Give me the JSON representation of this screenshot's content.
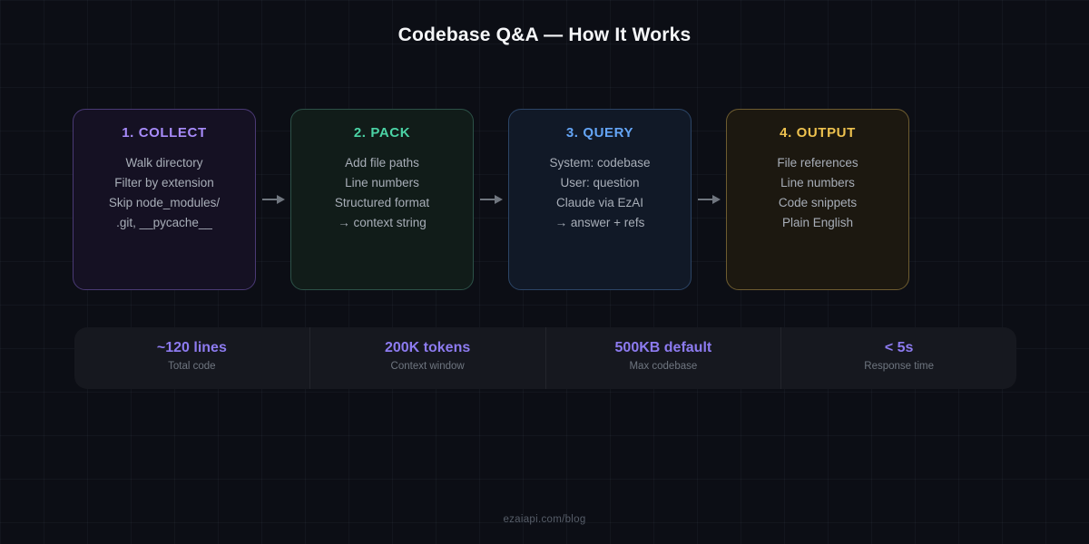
{
  "title": "Codebase Q&A — How It Works",
  "steps": [
    {
      "title": "1. COLLECT",
      "accent": "#a78bfa",
      "border": "#4a3a75",
      "bg": "#151123",
      "lines": [
        "Walk directory",
        "Filter by extension",
        "Skip node_modules/",
        ".git, __pycache__"
      ]
    },
    {
      "title": "2. PACK",
      "accent": "#4bd3a5",
      "border": "#2c5147",
      "bg": "#111c19",
      "lines": [
        "Add file paths",
        "Line numbers",
        "Structured format",
        "→ context string"
      ]
    },
    {
      "title": "3. QUERY",
      "accent": "#64a5f6",
      "border": "#2c4566",
      "bg": "#111927",
      "lines": [
        "System: codebase",
        "User: question",
        "Claude via EzAI",
        "→ answer + refs"
      ]
    },
    {
      "title": "4. OUTPUT",
      "accent": "#eec24f",
      "border": "#6e5c30",
      "bg": "#1c1810",
      "lines": [
        "File references",
        "Line numbers",
        "Code snippets",
        "Plain English"
      ]
    }
  ],
  "stats": [
    {
      "value": "~120 lines",
      "label": "Total code"
    },
    {
      "value": "200K tokens",
      "label": "Context window"
    },
    {
      "value": "500KB default",
      "label": "Max codebase"
    },
    {
      "value": "< 5s",
      "label": "Response time"
    }
  ],
  "stat_accent": "#8d7bf0",
  "arrow_color": "#70767f",
  "background_color": "#0c0e15",
  "footer": "ezaiapi.com/blog"
}
